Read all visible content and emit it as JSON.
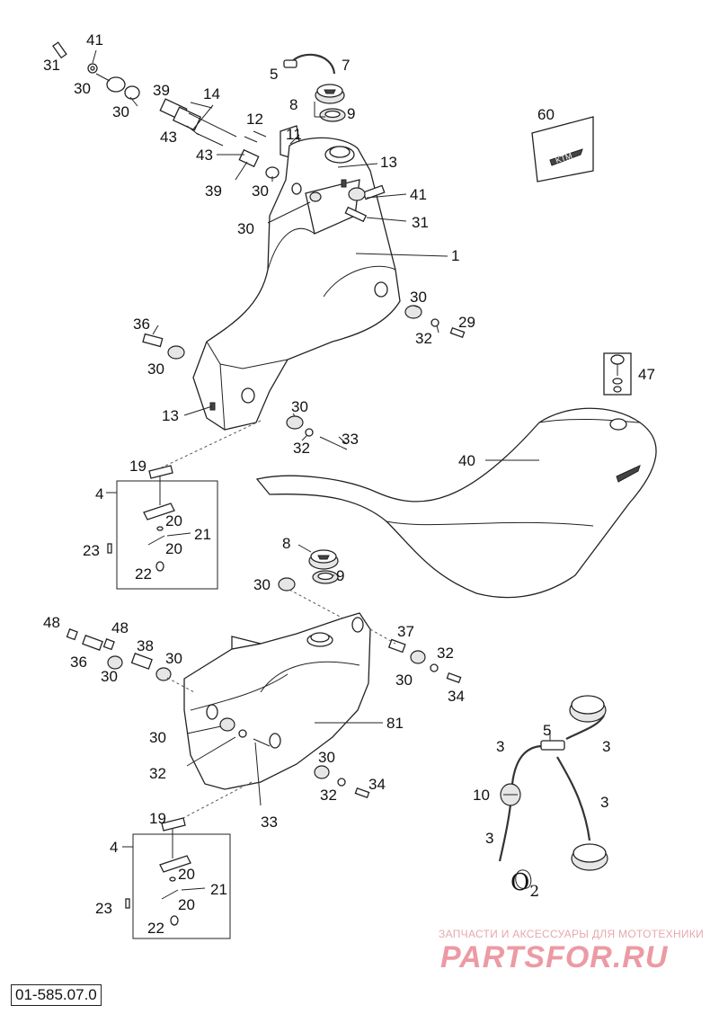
{
  "diagram": {
    "code": "01-585.07.0",
    "watermark": {
      "line1": "ЗАПЧАСТИ И АКСЕССУАРЫ ДЛЯ МОТОТЕХНИКИ",
      "brand": "PARTSFOR.RU"
    },
    "logo_text": "KTM",
    "variant_mark": "O2",
    "callouts": {
      "c41a": "41",
      "c31a": "31",
      "c30a": "30",
      "c30b": "30",
      "c39a": "39",
      "c14": "14",
      "c43a": "43",
      "c43b": "43",
      "c39b": "39",
      "c5a": "5",
      "c7": "7",
      "c8a": "8",
      "c9a": "9",
      "c12": "12",
      "c11": "11",
      "c30c": "30",
      "c13a": "13",
      "c41b": "41",
      "c30d": "30",
      "c31b": "31",
      "c60": "60",
      "c1": "1",
      "c30e": "30",
      "c29": "29",
      "c32a": "32",
      "c36a": "36",
      "c30f": "30",
      "c47": "47",
      "c13b": "13",
      "c30g": "30",
      "c32b": "32",
      "c33a": "33",
      "c40": "40",
      "c19a": "19",
      "c4a": "4",
      "c20a": "20",
      "c21a": "21",
      "c20b": "20",
      "c23a": "23",
      "c22a": "22",
      "c8b": "8",
      "c9b": "9",
      "c30h": "30",
      "c48a": "48",
      "c48b": "48",
      "c36b": "36",
      "c38": "38",
      "c30i": "30",
      "c30j": "30",
      "c37": "37",
      "c32c": "32",
      "c30k": "30",
      "c34a": "34",
      "c81": "81",
      "c30l": "30",
      "c32d": "32",
      "c33b": "33",
      "c30m": "30",
      "c32e": "32",
      "c34b": "34",
      "c5b": "5",
      "c3a": "3",
      "c3b": "3",
      "c10": "10",
      "c3c": "3",
      "c3d": "3",
      "c19b": "19",
      "c4b": "4",
      "c20c": "20",
      "c21b": "21",
      "c20d": "20",
      "c23b": "23",
      "c22b": "22"
    }
  }
}
